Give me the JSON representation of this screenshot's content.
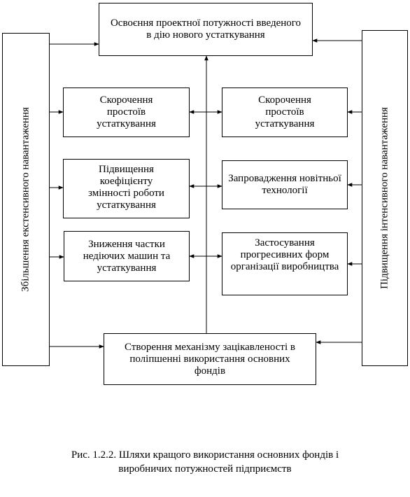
{
  "boxes": {
    "top": "Освоєння проектної потужності введеного в дію нового устаткування",
    "left1": "Скорочення простоїв устаткування",
    "left2": "Підвищення коефіцієнту змінності роботи устаткування",
    "left3": "Зниження частки недіючих машин та устаткування",
    "right1": "Скорочення простоїв устаткування",
    "right2": "Запровадження новітньої технології",
    "right3": "Застосування прогресивних форм організації виробництва",
    "bottom": "Створення механізму зацікавленості в поліпшенні використання основних фондів"
  },
  "side_labels": {
    "left": "Збільшення екстенсивного навантаження",
    "right": "Підвищення інтенсивного навантаження"
  },
  "caption": {
    "line1": "Рис. 1.2.2. Шляхи кращого використання основних фондів і",
    "line2": "виробничих потужностей підприємств"
  }
}
